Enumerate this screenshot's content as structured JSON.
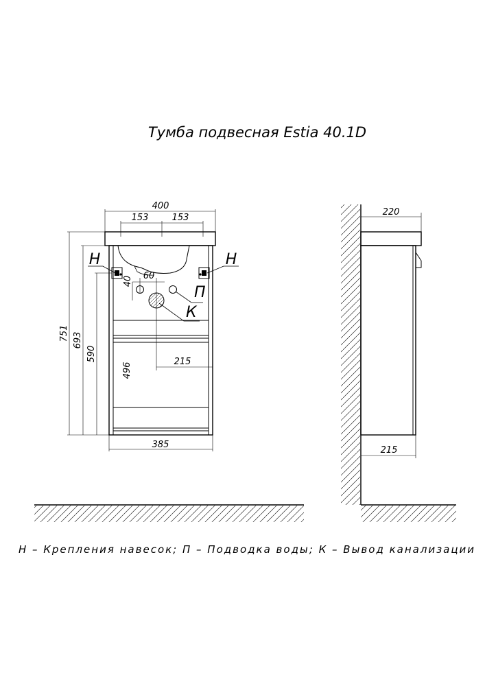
{
  "title": "Тумба подвесная Estia 40.1D",
  "legend": "Н – Крепления навесок; П – Подводка воды; К – Вывод канализации",
  "front_view": {
    "dims": {
      "total_width": "400",
      "half_left": "153",
      "half_right": "153",
      "body_width": "385",
      "height_total": "751",
      "height_693": "693",
      "height_590": "590",
      "height_496": "496",
      "offset_215": "215",
      "hole_40": "40",
      "hole_60": "60"
    },
    "labels": {
      "h_left": "Н",
      "h_right": "Н",
      "p": "П",
      "k": "К"
    }
  },
  "side_view": {
    "dims": {
      "depth_top": "220",
      "depth_body": "215"
    }
  }
}
